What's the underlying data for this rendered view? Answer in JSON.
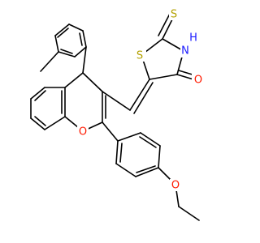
{
  "molecule": {
    "labels": {
      "sulfur_ring": "S",
      "sulfur_thione": "S",
      "nitrogen": "N",
      "hydrogen": "H",
      "carbonyl_oxygen": "O",
      "pyran_oxygen": "O",
      "ether_oxygen": "O"
    },
    "colors": {
      "sulfur": "#b3a100",
      "nitrogen": "#1a1aff",
      "oxygen": "#ff1a00",
      "bond": "#000000"
    }
  }
}
